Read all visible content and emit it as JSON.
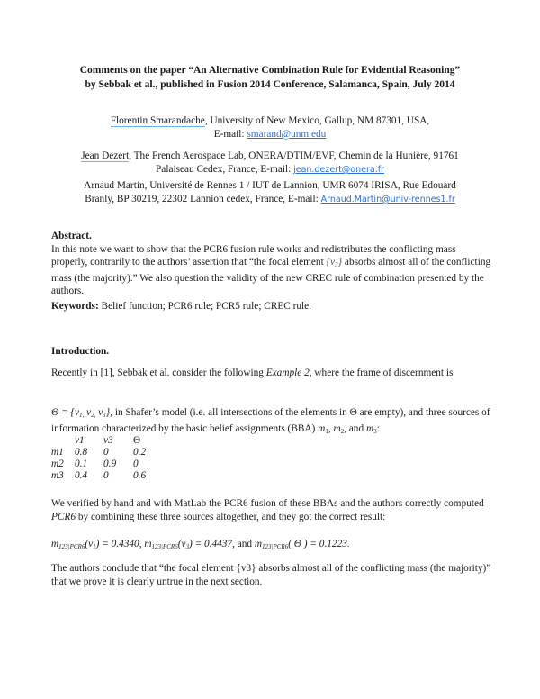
{
  "title": {
    "line1": "Comments on the paper “An Alternative Combination Rule for Evidential Reasoning”",
    "line2": "by Sebbak et al., published in Fusion 2014 Conference, Salamanca, Spain, July 2014"
  },
  "authors": [
    {
      "name": "Florentin Smarandache",
      "affiliation_line1": ", University of New Mexico, Gallup, NM 87301, USA,",
      "email_label": "E-mail: ",
      "email": "smarand@unm.edu"
    },
    {
      "name": "Jean Dezert",
      "affiliation_line1": ", The French  Aerospace Lab, ONERA/DTIM/EVF, Chemin de la Hunière, 91761",
      "affiliation_line2": "Palaiseau Cedex, France, E-mail: ",
      "email": "jean.dezert@onera.fr"
    },
    {
      "affiliation_line1": "Arnaud Martin, Université de Rennes 1 / IUT de Lannion, UMR 6074 IRISA,  Rue Edouard",
      "affiliation_line2": "Branly, BP 30219, 22302 Lannion cedex, France, E-mail: ",
      "email": "Arnaud.Martin@univ-rennes1.fr"
    }
  ],
  "abstract": {
    "heading": "Abstract.",
    "text_a": "In this note we want to show that the PCR6 fusion rule works and redistributes the conflicting mass properly, contrarily to the authors’ assertion that “the focal element ",
    "text_focal": "{v",
    "text_focal_sub": "3",
    "text_focal_end": "}",
    "text_b": " absorbs almost all of the conflicting mass (the majority).” We also question the validity of the new CREC rule of combination presented by the authors."
  },
  "keywords": {
    "label": "Keywords:",
    "text": " Belief function; PCR6 rule; PCR5 rule; CREC rule."
  },
  "introduction": {
    "heading": "Introduction.",
    "p1_a": "Recently in [1], Sebbak et al. consider the following ",
    "p1_em": "Example 2",
    "p1_b": ", where the frame of discernment is",
    "p2_theta": " Θ = {v",
    "p2_s1": "1,",
    "p2_v2": " v",
    "p2_s2": "2,",
    "p2_v3": " v",
    "p2_s3": "3",
    "p2_close": "}",
    "p2_text": ", in Shafer’s model (i.e. all intersections of the elements in  Θ are empty), and three sources of information characterized by the basic belief assignments (BBA) ",
    "p2_m1": "m",
    "p2_m1s": "1",
    "p2_sep1": ", ",
    "p2_m2": "m",
    "p2_m2s": "2",
    "p2_sep2": ", and ",
    "p2_m3": "m",
    "p2_m3s": "3",
    "p2_end": ":",
    "table": {
      "headers": [
        "",
        "v1",
        "v3",
        "Θ"
      ],
      "rows": [
        {
          "label": "m1",
          "values": [
            "0.8",
            "0",
            "0.2"
          ]
        },
        {
          "label": "m2",
          "values": [
            "0.1",
            "0.9",
            "0"
          ]
        },
        {
          "label": "m3",
          "values": [
            "0.4",
            "0",
            "0.6"
          ]
        }
      ]
    },
    "p3_a": "We verified by hand and with MatLab the PCR6 fusion of these BBAs and the authors correctly computed ",
    "p3_em": "PCR6",
    "p3_b": " by combining these three sources altogether, and they got the correct result:",
    "results": {
      "r1_label": "m",
      "r1_sub": "123|PCR6",
      "r1_arg": "(v",
      "r1_argsub": "1",
      "r1_val": ") = 0.4340,",
      "r2_label": " m",
      "r2_sub": "123|PCR6",
      "r2_arg": "(v",
      "r2_argsub": "3",
      "r2_val": ") = 0.4437,",
      "and": " and ",
      "r3_label": "m",
      "r3_sub": "123|PCR6",
      "r3_val": "( Θ ) = 0.1223."
    },
    "p4": "The authors conclude that “the focal element {v3} absorbs almost all of the conflicting mass (the majority)” that we prove it is clearly untrue in the next section."
  }
}
